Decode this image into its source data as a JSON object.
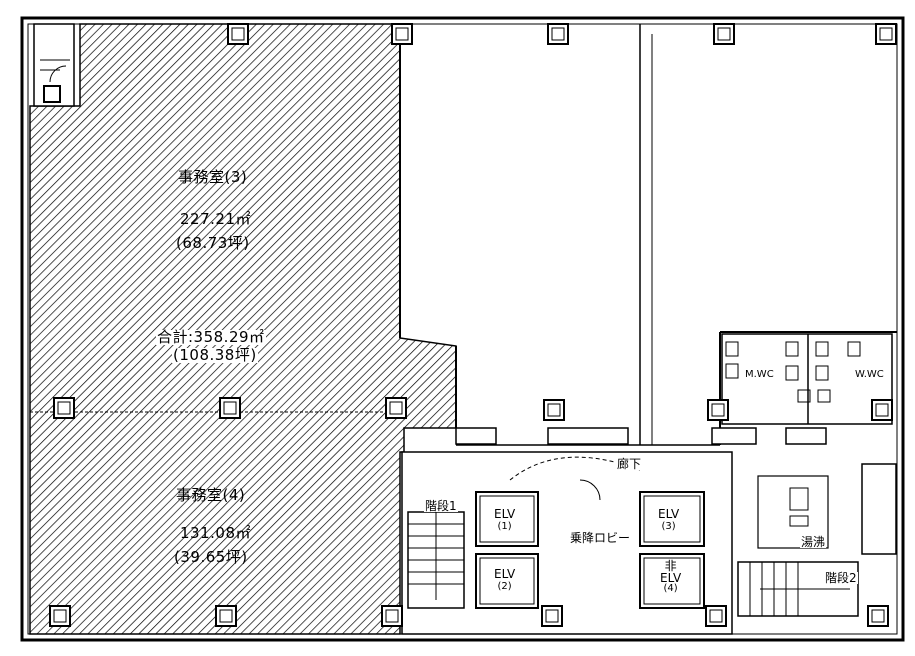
{
  "rooms": {
    "office3": {
      "name": "事務室(3)",
      "area_m2": "227.21㎡",
      "area_tsubo": "(68.73坪)"
    },
    "office4": {
      "name": "事務室(4)",
      "area_m2": "131.08㎡",
      "area_tsubo": "(39.65坪)"
    },
    "total": {
      "text_m2": "合計:358.29㎡",
      "text_tsubo": "(108.38坪)"
    }
  },
  "labels": {
    "corridor": "廊下",
    "elevator_lobby": "乗降ロビー",
    "stair1": "階段1",
    "stair2": "階段2",
    "kitchenette": "湯沸",
    "wc_men": "M.WC",
    "wc_women": "W.WC",
    "elv1": [
      "ELV",
      "(1)"
    ],
    "elv2": [
      "ELV",
      "(2)"
    ],
    "elv3": [
      "ELV",
      "(3)"
    ],
    "elv_emergency": [
      "非",
      "ELV",
      "(4)"
    ]
  },
  "colors": {
    "line": "#000000",
    "hatch": "#000000",
    "paper": "#ffffff"
  }
}
